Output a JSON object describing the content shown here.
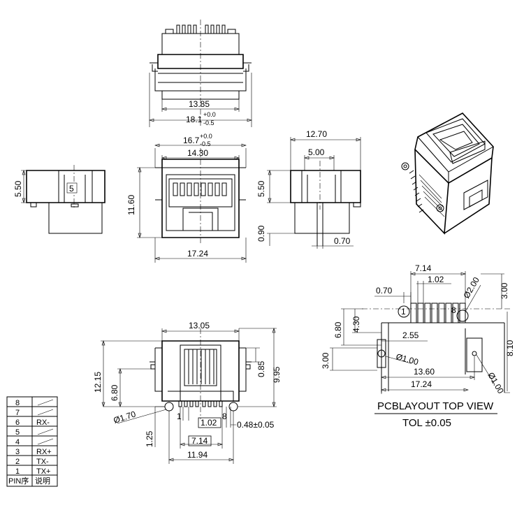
{
  "top_view": {
    "dim_inner": "13.85",
    "dim_outer_main": "18.1",
    "dim_outer_tol_up": "+0.0",
    "dim_outer_tol_down": "-0.5"
  },
  "front_view": {
    "dim_width_main": "16.7",
    "dim_width_tol_up": "+0.0",
    "dim_width_tol_down": "-0.5",
    "dim_opening": "14.30",
    "dim_height": "11.60",
    "dim_base": "17.24"
  },
  "left_side_view": {
    "dim_height": "5.50",
    "pin_label": "5"
  },
  "right_side_view": {
    "dim_depth": "12.70",
    "dim_inner": "5.00",
    "dim_height": "5.50",
    "dim_pin_len": "0.90",
    "dim_pin_w": "0.70"
  },
  "bottom_view": {
    "dim_top": "13.05",
    "dim_h1": "12.15",
    "dim_h2": "6.80",
    "dim_post": "Ø1.70",
    "dim_r1": "0.85",
    "dim_r2": "9.95",
    "pin1": "1",
    "pin8": "8",
    "dim_pitch": "1.02",
    "dim_pin_w": "0.48±0.05",
    "dim_pin_len": "1.25",
    "dim_span": "7.14",
    "dim_total": "11.94"
  },
  "pcb_layout": {
    "dim_span": "7.14",
    "dim_pitch": "1.02",
    "dim_offset": "0.70",
    "dim_pad": "Ø2.00",
    "dim_top": "3.00",
    "pin1": "1",
    "pin8": "8",
    "dim_h1": "6.80",
    "dim_h2": "4.30",
    "dim_h3": "8.10",
    "dim_x1": "2.55",
    "dim_hole1": "Ø1.00",
    "dim_v1": "3.00",
    "dim_x2": "13.60",
    "dim_hole2": "Ø1.00",
    "dim_total": "17.24",
    "title": "PCBLAYOUT TOP VIEW",
    "tolerance": "TOL ±0.05"
  },
  "pin_table": {
    "header_pin": "PIN序",
    "header_desc": "说明",
    "rows": [
      {
        "pin": "8",
        "desc": ""
      },
      {
        "pin": "7",
        "desc": ""
      },
      {
        "pin": "6",
        "desc": "RX-"
      },
      {
        "pin": "5",
        "desc": ""
      },
      {
        "pin": "4",
        "desc": ""
      },
      {
        "pin": "3",
        "desc": "RX+"
      },
      {
        "pin": "2",
        "desc": "TX-"
      },
      {
        "pin": "1",
        "desc": "TX+"
      }
    ]
  }
}
